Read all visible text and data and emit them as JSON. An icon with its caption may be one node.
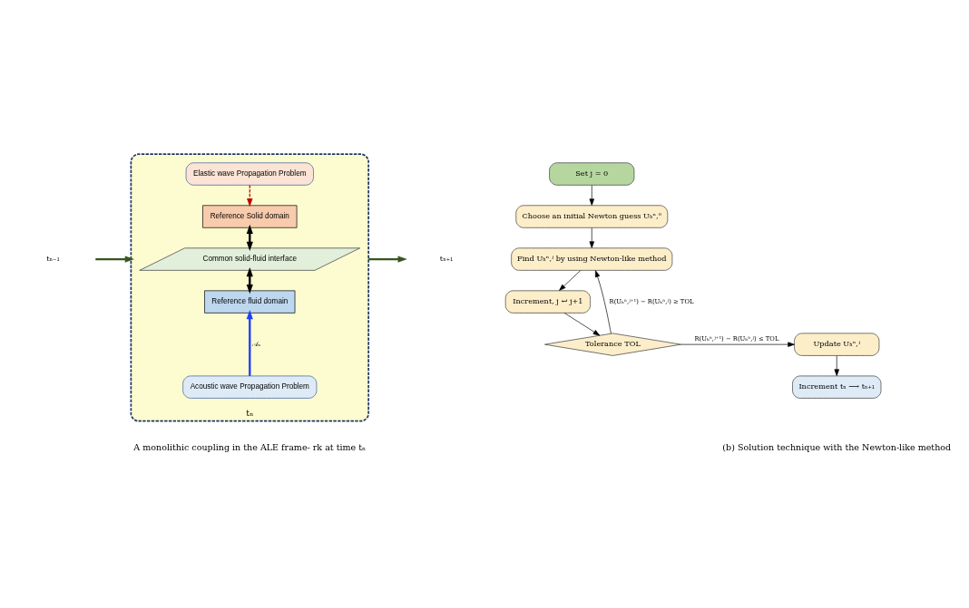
{
  "diagram": {
    "nodes": [
      {
        "text": [
          "tₙ"
        ]
      },
      {
        "text": [
          "Elastic wave Propagation Problem"
        ],
        "in": 0
      },
      {
        "text": [
          "Reference Solid domain"
        ],
        "in": 0
      },
      {
        "text": [
          "Common solid-fluid interface"
        ],
        "in": 0
      },
      {
        "text": [
          "Reference fluid domain"
        ],
        "in": 0
      },
      {
        "text": [
          "Acoustic wave Propagation Problem"
        ],
        "in": 0
      },
      {
        "text": [
          "tₙ₋₁"
        ]
      },
      {
        "text": [
          "tₙ₊₁"
        ]
      },
      {
        "text": [
          "Set j = 0"
        ]
      },
      {
        "text": [
          "Choose an initial Newton guess Uₕⁿ,⁰"
        ]
      },
      {
        "text": [
          "Find Uₕⁿ,ʲ by using Newton-like method"
        ]
      },
      {
        "text": [
          "Increment, j ↩ j+1"
        ]
      },
      {
        "text": [
          "Tolerance TOL"
        ]
      },
      {
        "text": [
          "Update Uₕⁿ,ʲ"
        ]
      },
      {
        "text": [
          "Increment tₙ ⟶ tₙ₊₁"
        ]
      }
    ],
    "edges": [
      {
        "from": 6,
        "to": 0,
        "arrow": "to",
        "style": "thick",
        "color": "#375623"
      },
      {
        "from": 0,
        "to": 7,
        "arrow": "to",
        "style": "thick",
        "color": "#375623"
      },
      {
        "from": 1,
        "to": 2,
        "arrow": "to",
        "style": "dashed",
        "color": "#c00000"
      },
      {
        "from": 2,
        "to": 3,
        "arrow": "both",
        "style": "thick"
      },
      {
        "from": 3,
        "to": 4,
        "arrow": "both",
        "style": "thick"
      },
      {
        "from": 5,
        "to": 4,
        "arrow": "to",
        "label": "𝒜ₙ",
        "style": "thick",
        "color": "#1f3fff"
      },
      {
        "from": 8,
        "to": 9,
        "arrow": "to"
      },
      {
        "from": 9,
        "to": 10,
        "arrow": "to"
      },
      {
        "from": 10,
        "to": 11,
        "arrow": "to"
      },
      {
        "from": 11,
        "to": 12,
        "arrow": "to"
      },
      {
        "from": 12,
        "to": 10,
        "arrow": "to",
        "label": "R(Uₕⁿ,ʲ⁺¹) − R(Uₕⁿ,ʲ) ≥ TOL"
      },
      {
        "from": 12,
        "to": 13,
        "arrow": "to",
        "label": "R(Uₕⁿ,ʲ⁺¹) − R(Uₕⁿ,ʲ) ≤ TOL"
      },
      {
        "from": 13,
        "to": 14,
        "arrow": "to"
      }
    ],
    "labels": [
      "A monolithic coupling in the ALE frame- rk at time tₙ",
      "(b) Solution technique with the Newton-like method"
    ]
  }
}
